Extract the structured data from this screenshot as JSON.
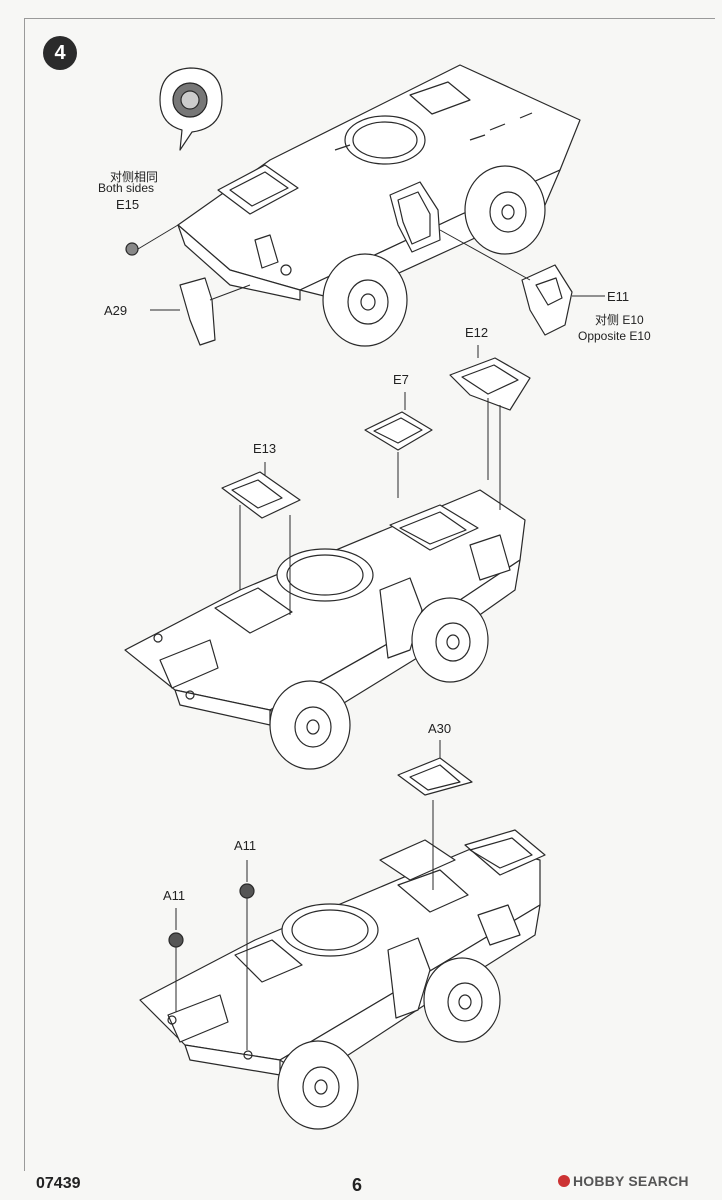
{
  "step": {
    "number": "4"
  },
  "labels": {
    "e15": "E15",
    "both_sides_cn": "对侧相同",
    "both_sides_en": "Both sides",
    "a29": "A29",
    "e11": "E11",
    "opposite_cn": "对侧 E10",
    "opposite_en": "Opposite E10",
    "e12": "E12",
    "e7": "E7",
    "e13": "E13",
    "a30": "A30",
    "a11_upper": "A11",
    "a11_lower": "A11"
  },
  "footer": {
    "code": "07439",
    "page_number": "6",
    "watermark": "HOBBY SEARCH"
  }
}
